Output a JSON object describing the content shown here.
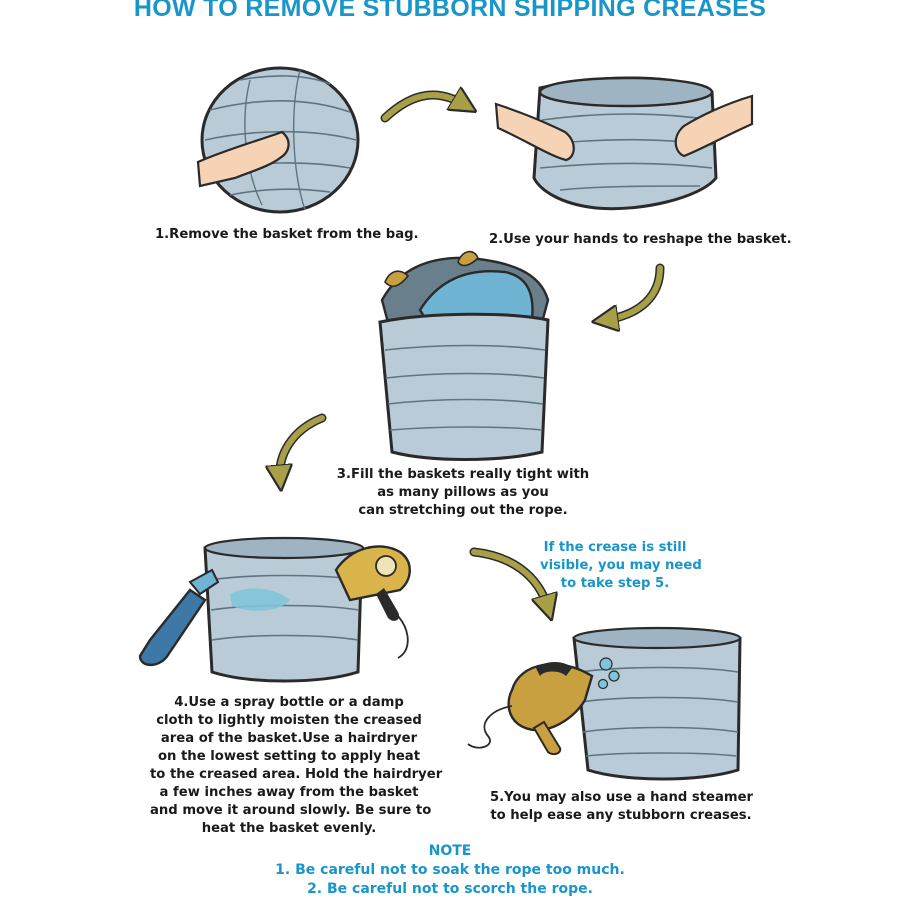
{
  "title": "HOW TO REMOVE STUBBORN SHIPPING CREASES",
  "steps": [
    {
      "lines": [
        "1.Remove the basket from the bag."
      ]
    },
    {
      "lines": [
        "2.Use your hands to reshape the basket."
      ]
    },
    {
      "lines": [
        "3.Fill the baskets really tight with",
        "as many pillows as you",
        "can stretching out the rope."
      ]
    },
    {
      "lines": [
        "4.Use a spray bottle or a damp",
        "cloth to lightly moisten the creased",
        "area of the basket.Use a hairdryer",
        "on the lowest setting to apply heat",
        "to the creased area. Hold the hairdryer",
        "a few inches away from the basket",
        "and move it around slowly. Be sure to",
        "heat the basket evenly."
      ]
    },
    {
      "lines": [
        "5.You may also use a hand steamer",
        "to help ease any stubborn creases."
      ]
    }
  ],
  "tip": {
    "lines": [
      "If the crease is still",
      "visible, you may need",
      "to take step 5."
    ]
  },
  "note": {
    "heading": "NOTE",
    "items": [
      "1. Be careful not to soak the rope too much.",
      "2. Be careful not to scorch the rope."
    ]
  },
  "colors": {
    "title": "#1996c9",
    "basket": "#b9cbd6",
    "arrow": "#a8a046",
    "skin": "#f7d3b6",
    "pillow_blue": "#6fb4d3",
    "spray_bottle": "#3d78a6",
    "hairdryer": "#d9b44a",
    "steamer": "#c9a040"
  }
}
